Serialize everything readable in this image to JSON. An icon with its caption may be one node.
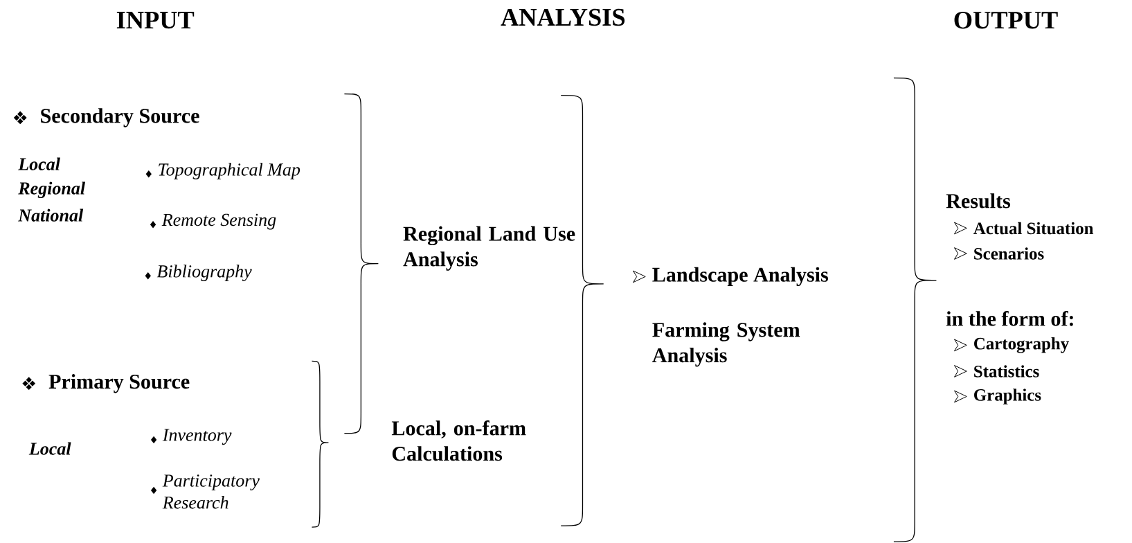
{
  "diagram": {
    "labels": [
      "INPUT",
      "ANALYSIS",
      "OUTPUT",
      "Secondary Source",
      "Local",
      "Regional",
      "National",
      "Topographical Map",
      "Remote Sensing",
      "Bibliography",
      "Regional Land Use Analysis",
      "Results",
      "Actual Situation",
      "Scenarios",
      "Landscape Analysis",
      "Farming System Analysis",
      "in the form of:",
      "Cartography",
      "Statistics",
      "Graphics",
      "Primary Source",
      "Local",
      "Inventory",
      "Participatory Research",
      "Local, on-farm Calculations"
    ]
  }
}
